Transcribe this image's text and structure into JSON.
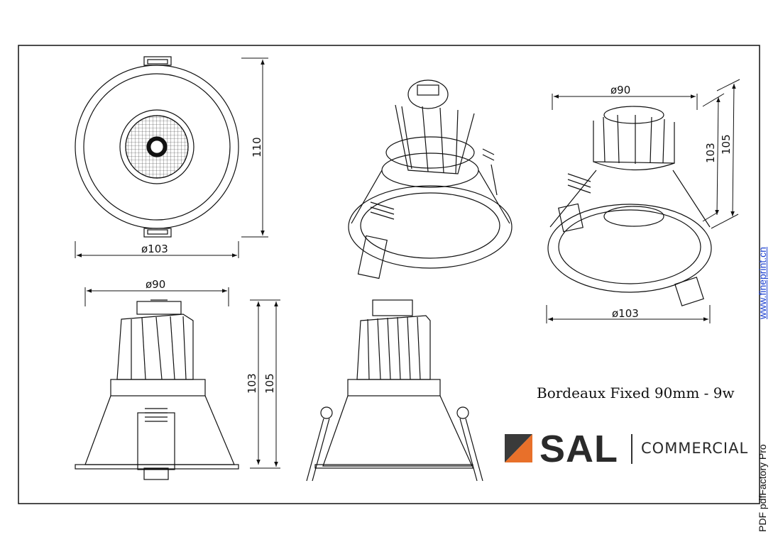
{
  "product_title": "Bordeaux Fixed 90mm - 9w",
  "brand": {
    "name": "SAL",
    "division": "COMMERCIAL",
    "accent_color": "#e8702a"
  },
  "dimensions": {
    "top_view_height": "110",
    "top_view_diameter": "ø103",
    "side_view_diameter": "ø90",
    "side_view_height_inner": "103",
    "side_view_height_outer": "105",
    "iso_view_diameter_top": "ø90",
    "iso_view_diameter_bottom": "ø103",
    "iso_view_height_inner": "103",
    "iso_view_height_outer": "105"
  },
  "side_link": "www.fineprint.cn",
  "side_footer": "PDF   pdfFactory Pro"
}
